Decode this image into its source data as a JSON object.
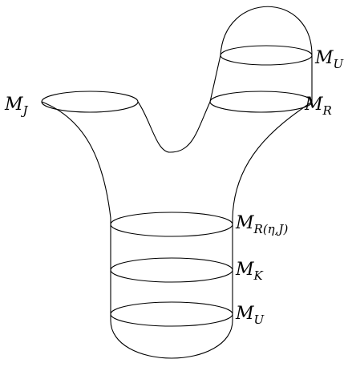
{
  "labels": {
    "m_j": {
      "main": "M",
      "sub": "J"
    },
    "m_u_top": {
      "main": "M",
      "sub": "U"
    },
    "m_r": {
      "main": "M",
      "sub": "R"
    },
    "m_r_eta_j": {
      "main": "M",
      "sub": "R(η,J)"
    },
    "m_k": {
      "main": "M",
      "sub": "K"
    },
    "m_u_bottom": {
      "main": "M",
      "sub": "U"
    }
  }
}
